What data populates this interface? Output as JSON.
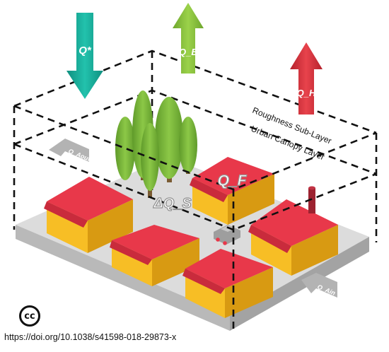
{
  "fluxes": {
    "q_star": "Q*",
    "q_e": "Q_E",
    "q_h": "Q_H",
    "q_f": "Q_F",
    "delta_q_s": "ΔQ_S",
    "q_a_out": "Q_Aout",
    "q_a_in": "Q_Ain"
  },
  "layers": {
    "roughness": "Roughness Sub-Layer",
    "canopy": "Urban Canopy Layer"
  },
  "license_icon": "creative-commons-icon",
  "license_text": "cc",
  "doi": "https://doi.org/10.1038/s41598-018-29873-x",
  "colors": {
    "q_star": "#1bb4a0",
    "q_e": "#8cc63f",
    "q_h": "#d9303b",
    "roof": "#e8384a",
    "wall": "#f5b81c",
    "tree": "#7bb83a",
    "ground": "#d7d7d7",
    "advection": "#b3b3b3"
  }
}
